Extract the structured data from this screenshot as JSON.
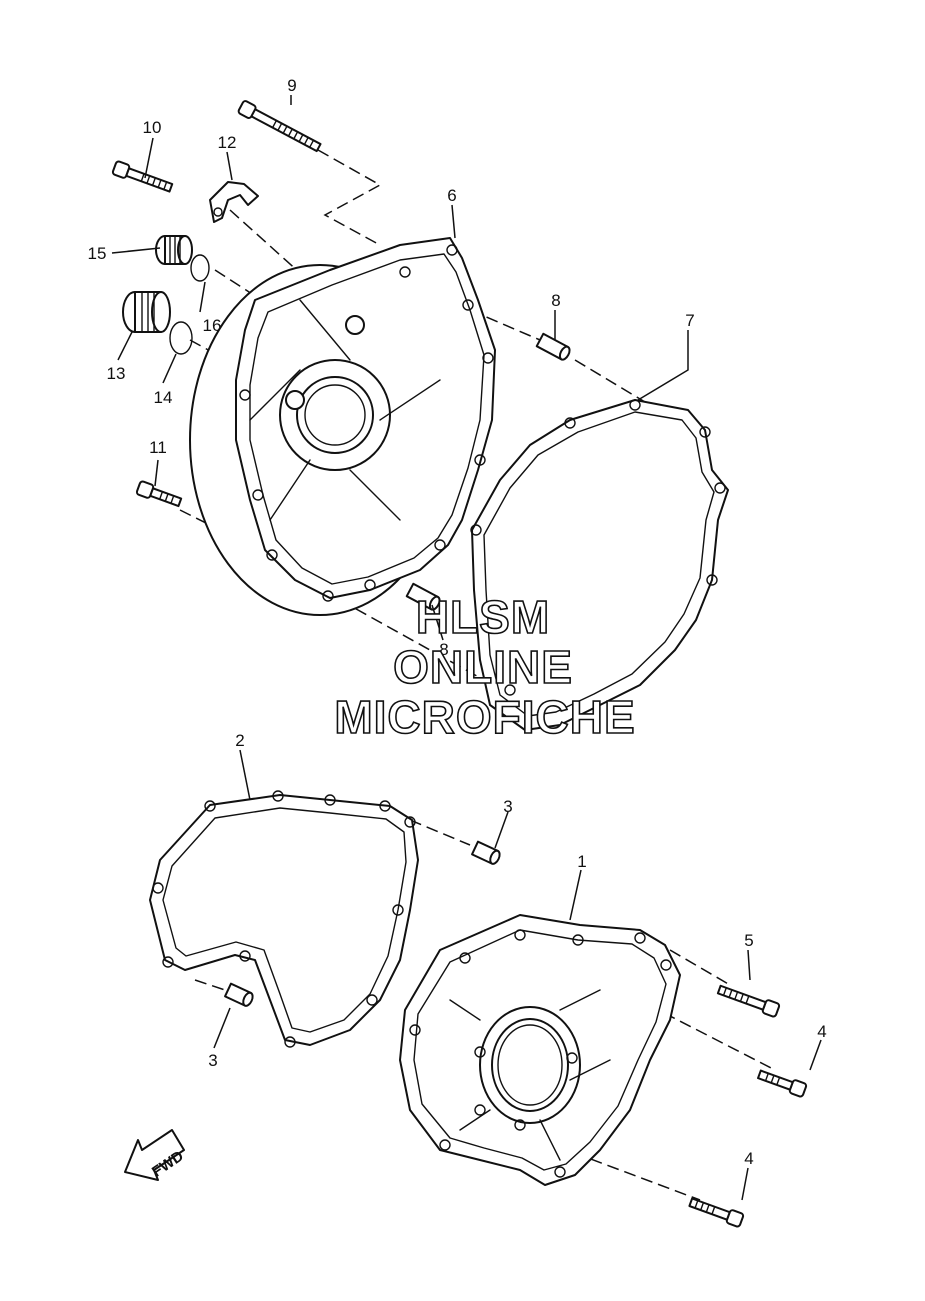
{
  "callouts": {
    "c1": "1",
    "c2": "2",
    "c3a": "3",
    "c3b": "3",
    "c4a": "4",
    "c4b": "4",
    "c5": "5",
    "c6": "6",
    "c7": "7",
    "c8a": "8",
    "c8b": "8",
    "c9": "9",
    "c10": "10",
    "c11": "11",
    "c12": "12",
    "c13": "13",
    "c14": "14",
    "c15": "15",
    "c16": "16"
  },
  "watermark": {
    "line1": "HLSM",
    "line2": "ONLINE",
    "line3": "MICROFICHE"
  },
  "fwd_label": "FWD"
}
